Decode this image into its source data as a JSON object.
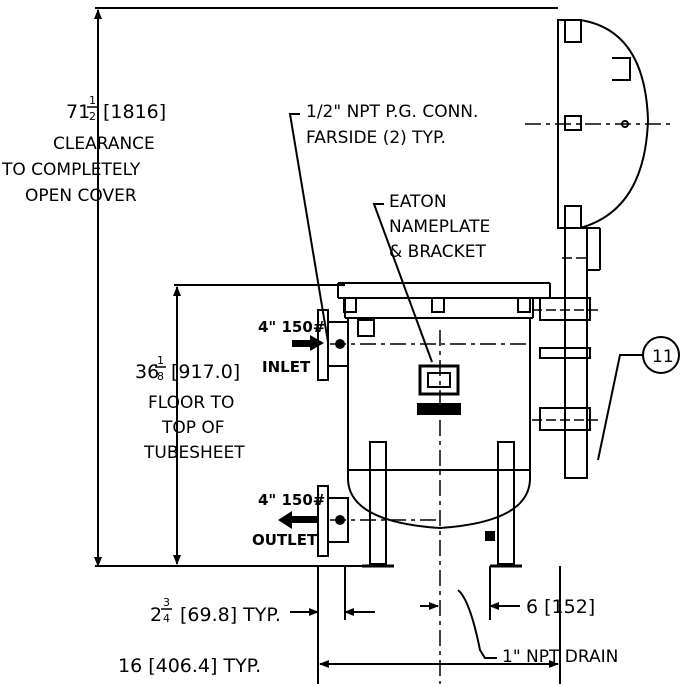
{
  "dimensions": {
    "clearance": {
      "whole": "71",
      "frac_num": "1",
      "frac_den": "2",
      "metric": "[1816]",
      "line1": "CLEARANCE",
      "line2": "TO COMPLETELY",
      "line3": "OPEN COVER"
    },
    "floor_to_tubesheet": {
      "whole": "36",
      "frac_num": "1",
      "frac_den": "8",
      "metric": "[917.0]",
      "line1": "FLOOR TO",
      "line2": "TOP OF",
      "line3": "TUBESHEET"
    },
    "leg_offset": {
      "whole": "2",
      "frac_num": "3",
      "frac_den": "4",
      "rest": "[69.8] TYP."
    },
    "leg_span": "16 [406.4] TYP.",
    "drain_offset": "6 [152]"
  },
  "callouts": {
    "pg_conn_line1": "1/2\" NPT P.G. CONN.",
    "pg_conn_line2": "FARSIDE (2) TYP.",
    "nameplate_line1": "EATON",
    "nameplate_line2": "NAMEPLATE",
    "nameplate_line3": "& BRACKET",
    "drain": "1\" NPT DRAIN",
    "item_number": "11"
  },
  "ports": {
    "inlet_size": "4\" 150#",
    "inlet_label": "INLET",
    "outlet_size": "4\" 150#",
    "outlet_label": "OUTLET"
  }
}
